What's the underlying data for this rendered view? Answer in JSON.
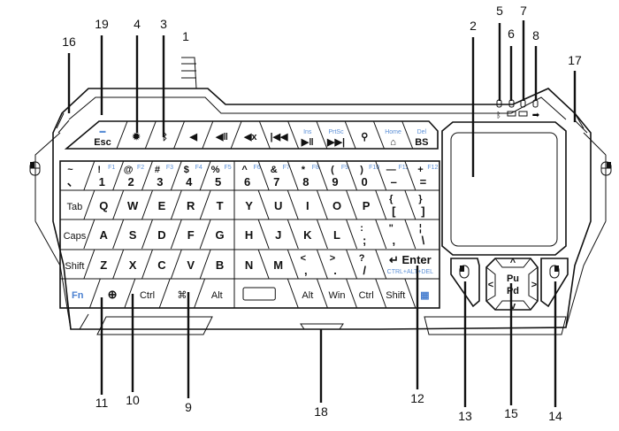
{
  "callouts": {
    "n1": "1",
    "n2": "2",
    "n3": "3",
    "n4": "4",
    "n5": "5",
    "n6": "6",
    "n7": "7",
    "n8": "8",
    "n9": "9",
    "n10": "10",
    "n11": "11",
    "n12": "12",
    "n13": "13",
    "n14": "14",
    "n15": "15",
    "n16": "16",
    "n17": "17",
    "n18": "18",
    "n19": "19"
  },
  "function_row": [
    {
      "name": "esc",
      "main": "Esc",
      "icon": "▬"
    },
    {
      "name": "brightness",
      "main": "✹"
    },
    {
      "name": "bluetooth",
      "main": "ᛒ"
    },
    {
      "name": "volume-down",
      "main": "◀"
    },
    {
      "name": "volume-up",
      "main": "◀ǁ"
    },
    {
      "name": "mute",
      "main": "◀x"
    },
    {
      "name": "previous-track",
      "main": "|◀◀"
    },
    {
      "name": "play-pause",
      "main": "▶ǁ",
      "fn": "Ins"
    },
    {
      "name": "next-track",
      "main": "▶▶|",
      "fn": "PrtSc"
    },
    {
      "name": "search",
      "main": "⚲"
    },
    {
      "name": "home",
      "main": "⌂",
      "fn": "Home"
    },
    {
      "name": "backspace",
      "main": "BS",
      "fn": "Del"
    }
  ],
  "rows": [
    {
      "left": [
        {
          "main": "、",
          "top": "~"
        },
        {
          "main": "1",
          "top": "!",
          "fn": "F1"
        },
        {
          "main": "2",
          "top": "@",
          "fn": "F2"
        },
        {
          "main": "3",
          "top": "#",
          "fn": "F3"
        },
        {
          "main": "4",
          "top": "$",
          "fn": "F4"
        },
        {
          "main": "5",
          "top": "%",
          "fn": "F5"
        }
      ],
      "right": [
        {
          "main": "6",
          "top": "^",
          "fn": "F6"
        },
        {
          "main": "7",
          "top": "&",
          "fn": "F7"
        },
        {
          "main": "8",
          "top": "*",
          "fn": "F8"
        },
        {
          "main": "9",
          "top": "(",
          "fn": "F9"
        },
        {
          "main": "0",
          "top": ")",
          "fn": "F10"
        },
        {
          "main": "–",
          "top": "—",
          "fn": "F11"
        },
        {
          "main": "=",
          "top": "+",
          "fn": "F12"
        }
      ]
    },
    {
      "left": [
        {
          "main": "Tab",
          "small": true
        },
        {
          "main": "Q"
        },
        {
          "main": "W"
        },
        {
          "main": "E"
        },
        {
          "main": "R"
        },
        {
          "main": "T"
        }
      ],
      "right": [
        {
          "main": "Y"
        },
        {
          "main": "U"
        },
        {
          "main": "I"
        },
        {
          "main": "O"
        },
        {
          "main": "P"
        },
        {
          "main": "[",
          "top": "{"
        },
        {
          "main": "]",
          "top": "}"
        }
      ]
    },
    {
      "left": [
        {
          "main": "Caps",
          "small": true
        },
        {
          "main": "A"
        },
        {
          "main": "S"
        },
        {
          "main": "D"
        },
        {
          "main": "F"
        },
        {
          "main": "G"
        }
      ],
      "right": [
        {
          "main": "H"
        },
        {
          "main": "J"
        },
        {
          "main": "K"
        },
        {
          "main": "L"
        },
        {
          "main": ";",
          "top": ":"
        },
        {
          "main": ",",
          "top": "\""
        },
        {
          "main": "\\",
          "top": "¦"
        }
      ]
    },
    {
      "left": [
        {
          "main": "Shift",
          "small": true
        },
        {
          "main": "Z"
        },
        {
          "main": "X"
        },
        {
          "main": "C"
        },
        {
          "main": "V"
        },
        {
          "main": "B"
        }
      ],
      "right": [
        {
          "main": "N"
        },
        {
          "main": "M"
        },
        {
          "main": ",",
          "top": "<"
        },
        {
          "main": ".",
          "top": ">"
        },
        {
          "main": "/",
          "top": "?"
        },
        {
          "main": "↵ Enter",
          "sub": "CTRL+ALT+DEL",
          "w": 2
        }
      ]
    },
    {
      "left": [
        {
          "main": "Fn",
          "small": true,
          "blue": true
        },
        {
          "main": "🌐",
          "glyph": "⊕"
        },
        {
          "main": "Ctrl",
          "small": true
        },
        {
          "main": "⌘",
          "small": true
        },
        {
          "main": "Alt",
          "small": true
        }
      ],
      "right": [
        {
          "main": "",
          "space": true,
          "w": 2
        },
        {
          "main": "Alt",
          "small": true
        },
        {
          "main": "Win",
          "small": true
        },
        {
          "main": "Ctrl",
          "small": true
        },
        {
          "main": "Shift",
          "small": true
        },
        {
          "main": "▦",
          "blue": true,
          "small": true
        }
      ]
    }
  ],
  "nav_pad": {
    "up": "^",
    "down": "v",
    "left": "<",
    "right": ">",
    "page_up": "Pu",
    "page_down": "Pd"
  },
  "colors": {
    "accent": "#4a80d0",
    "line": "#111111"
  }
}
